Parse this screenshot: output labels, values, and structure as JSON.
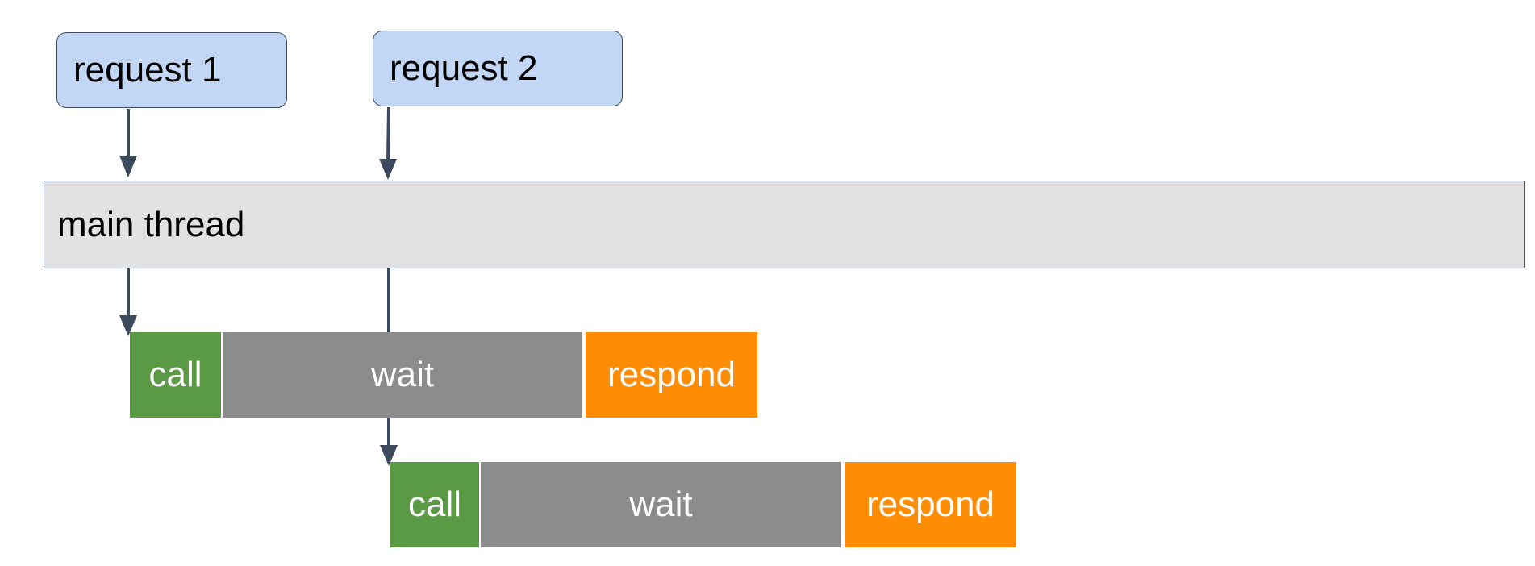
{
  "requests": [
    {
      "label": "request 1"
    },
    {
      "label": "request 2"
    }
  ],
  "main_thread": {
    "label": "main thread"
  },
  "timelines": [
    {
      "call": "call",
      "wait": "wait",
      "respond": "respond"
    },
    {
      "call": "call",
      "wait": "wait",
      "respond": "respond"
    }
  ],
  "colors": {
    "request_fill": "#c2d6f5",
    "main_thread_fill": "#e2e2e2",
    "call": "#5a9a45",
    "wait": "#8c8c8c",
    "respond": "#ff8c05",
    "arrow": "#3c4a5e"
  }
}
